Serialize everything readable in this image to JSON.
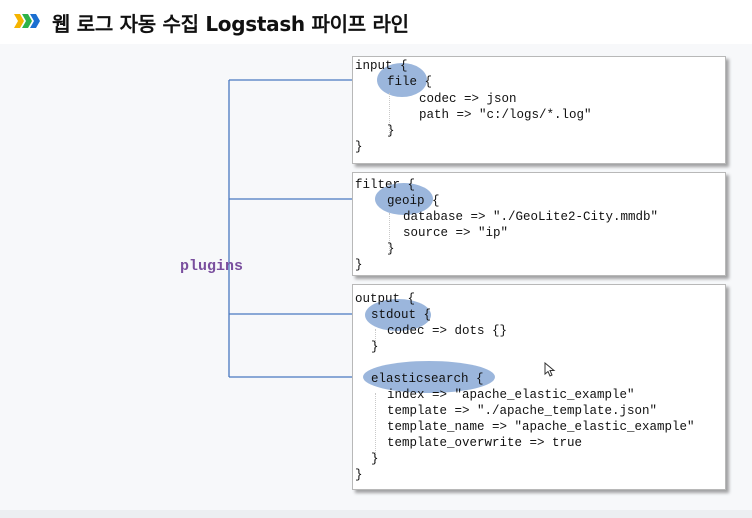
{
  "title": {
    "text": "웹 로그 자동 수집 Logstash 파이프 라인",
    "icon": "chevron-arrows-icon",
    "colors": [
      "#f5b400",
      "#2eb24a",
      "#1b6fd1"
    ]
  },
  "plugins_label": "plugins",
  "accent": {
    "oval": "#8aa9d6",
    "arrow": "#4a78c0",
    "plugins_text": "#7a4f9e"
  },
  "input_block": {
    "open": "input {",
    "plugin_open": "file {",
    "lines": [
      "codec => json",
      "path => \"c:/logs/*.log\""
    ],
    "plugin_close": "}",
    "close": "}"
  },
  "filter_block": {
    "open": "filter {",
    "plugin_open": "geoip {",
    "lines": [
      "database => \"./GeoLite2-City.mmdb\"",
      "source => \"ip\""
    ],
    "plugin_close": "}",
    "close": "}"
  },
  "output_block": {
    "open": "output {",
    "stdout_open": "stdout {",
    "stdout_lines": [
      "codec => dots {}"
    ],
    "stdout_close": "}",
    "es_open": "elasticsearch {",
    "es_lines": [
      "index => \"apache_elastic_example\"",
      "template => \"./apache_template.json\"",
      "template_name => \"apache_elastic_example\"",
      "template_overwrite => true"
    ],
    "es_close": "}",
    "close": "}"
  }
}
